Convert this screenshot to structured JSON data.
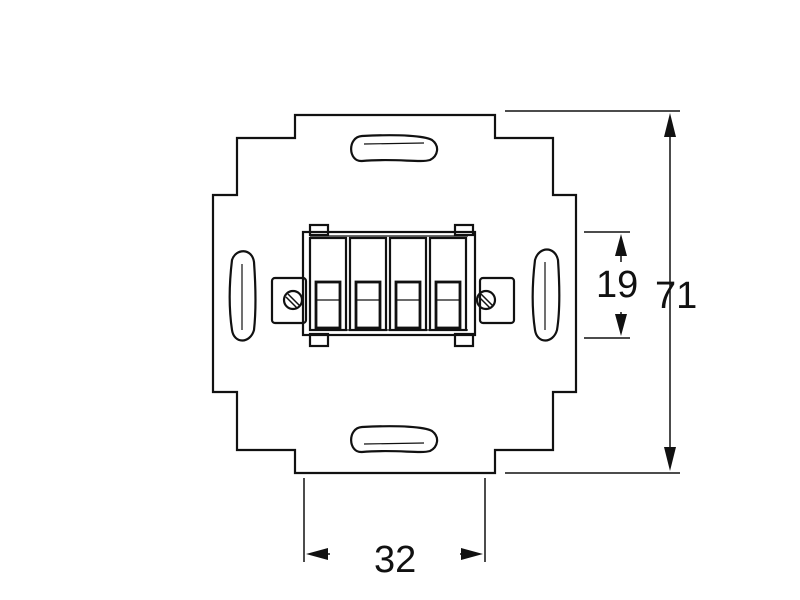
{
  "colors": {
    "outline": "#111111",
    "background": "#ffffff"
  },
  "dimensions": {
    "width": "32",
    "height_overall": "71",
    "terminal_height": "19"
  },
  "terminal_block": {
    "slot_count": 4
  }
}
